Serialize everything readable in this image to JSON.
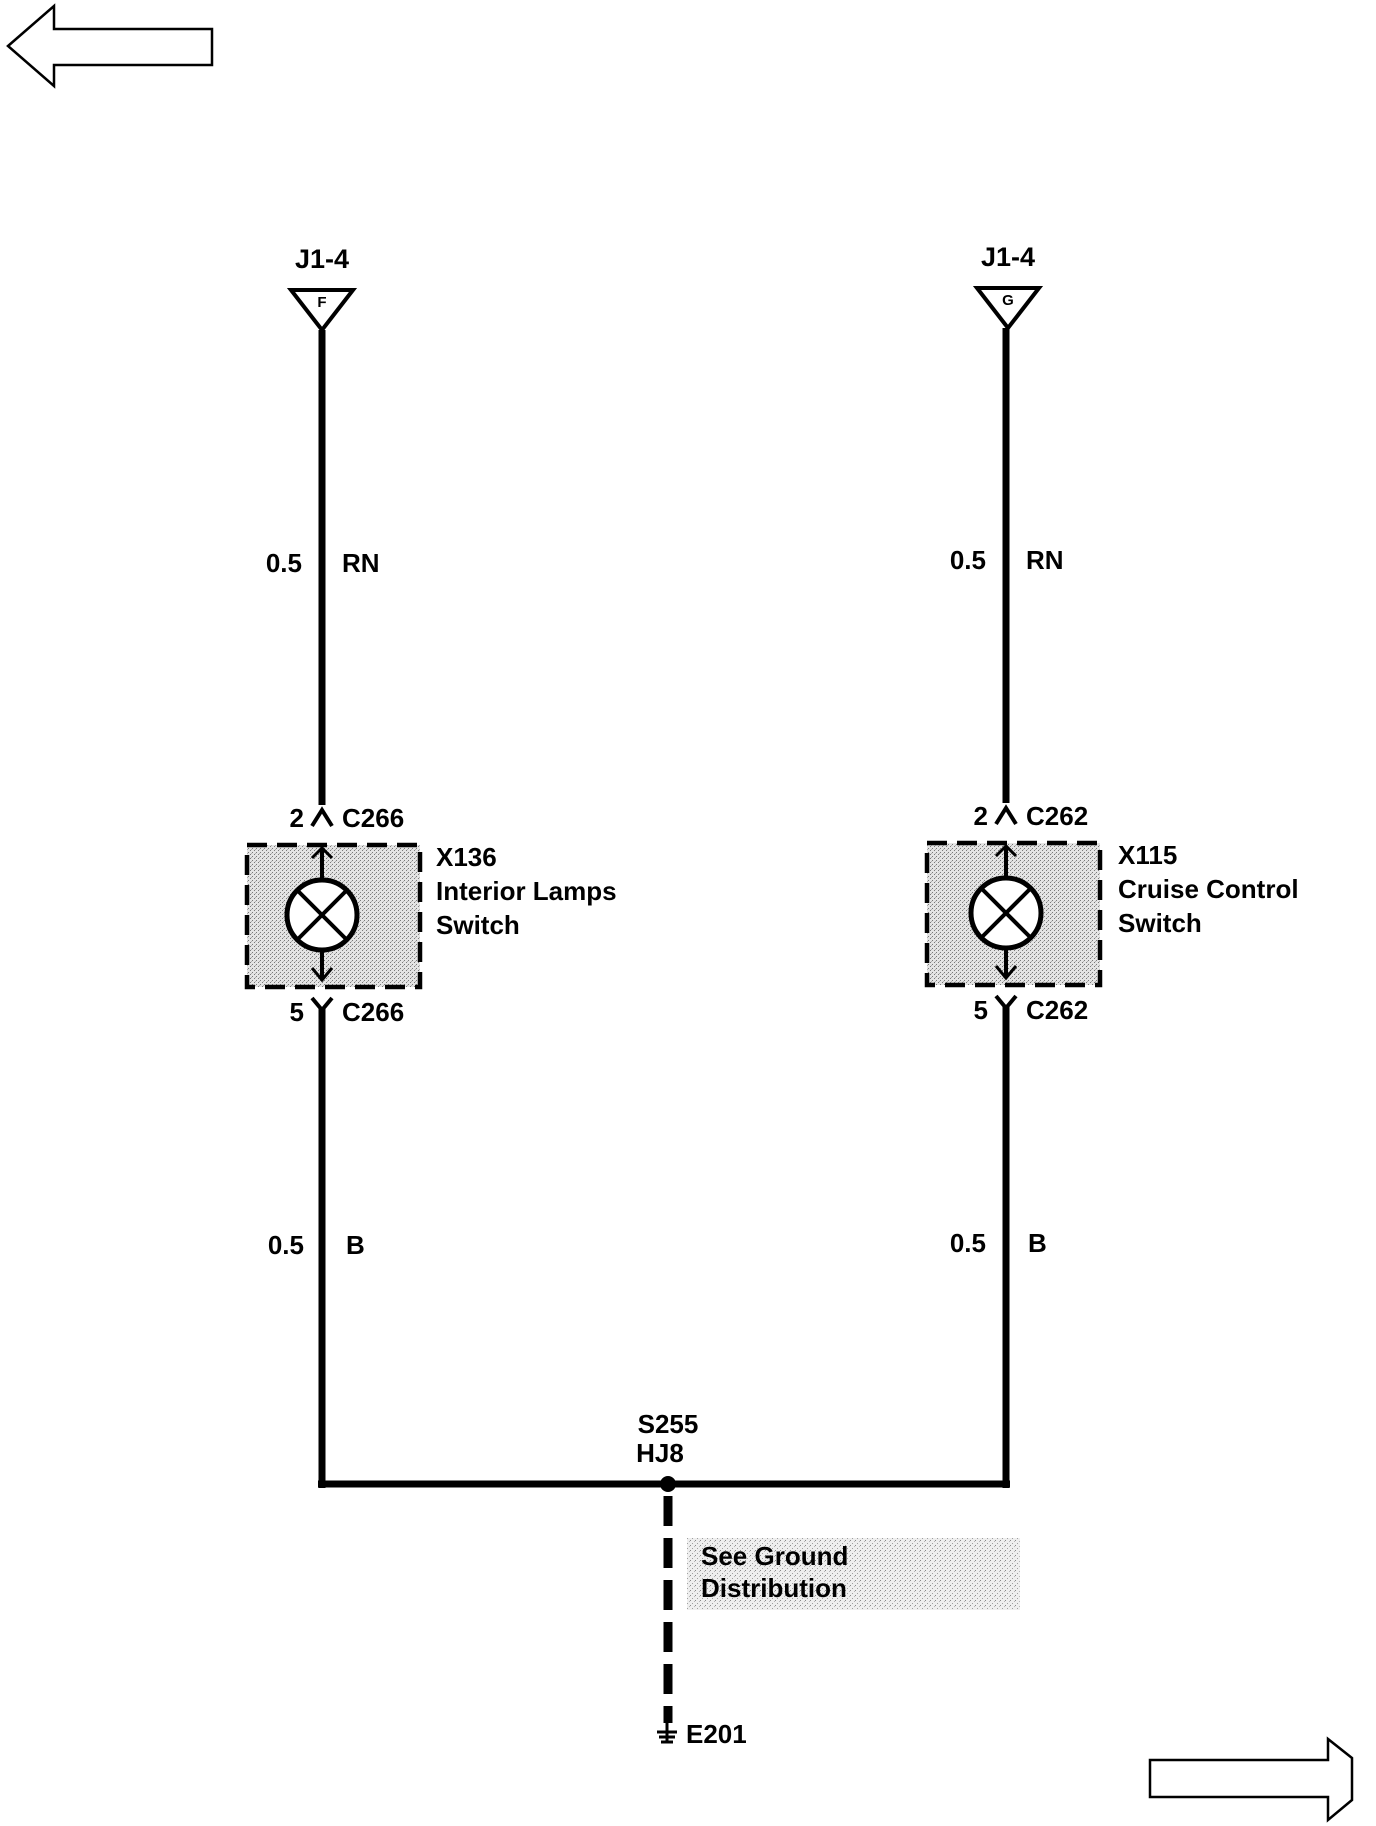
{
  "nav": {
    "prev_icon": "left-arrow-icon",
    "next_icon": "right-arrow-icon"
  },
  "circuit_left": {
    "source_label": "J1-4",
    "source_pin": "F",
    "upper_wire_size": "0.5",
    "upper_wire_color": "RN",
    "top_pin": "2",
    "top_connector": "C266",
    "component_id": "X136",
    "component_line1": "Interior Lamps",
    "component_line2": "Switch",
    "bottom_pin": "5",
    "bottom_connector": "C266",
    "lower_wire_size": "0.5",
    "lower_wire_color": "B"
  },
  "circuit_right": {
    "source_label": "J1-4",
    "source_pin": "G",
    "upper_wire_size": "0.5",
    "upper_wire_color": "RN",
    "top_pin": "2",
    "top_connector": "C262",
    "component_id": "X115",
    "component_line1": "Cruise Control",
    "component_line2": "Switch",
    "bottom_pin": "5",
    "bottom_connector": "C262",
    "lower_wire_size": "0.5",
    "lower_wire_color": "B"
  },
  "splice": {
    "id": "S255",
    "harness": "HJ8"
  },
  "ground_note": {
    "line1": "See Ground",
    "line2": "Distribution"
  },
  "ground": {
    "id": "E201"
  }
}
